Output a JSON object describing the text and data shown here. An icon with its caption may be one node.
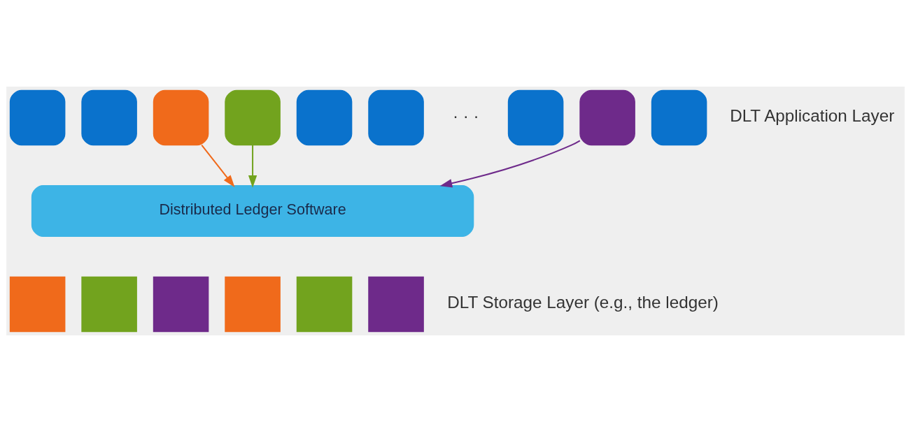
{
  "diagram": {
    "nodes": [
      {
        "text": [],
        "shape": "box"
      },
      {
        "text": [],
        "shape": "box"
      },
      {
        "text": [],
        "shape": "box"
      },
      {
        "text": [],
        "shape": "box"
      },
      {
        "text": [],
        "shape": "box"
      },
      {
        "text": [],
        "shape": "box"
      },
      {
        "text": [],
        "shape": "box"
      },
      {
        "text": [],
        "shape": "box"
      },
      {
        "text": [],
        "shape": "box"
      },
      {
        "text": [
          "Distributed Ledger Software"
        ]
      },
      {
        "text": [],
        "shape": "box"
      },
      {
        "text": [],
        "shape": "box"
      },
      {
        "text": [],
        "shape": "box"
      },
      {
        "text": [],
        "shape": "box"
      },
      {
        "text": [],
        "shape": "box"
      },
      {
        "text": [],
        "shape": "box"
      }
    ],
    "edges": [
      {
        "from": 2,
        "to": 9,
        "arrow": "to",
        "color": "#f06a1b"
      },
      {
        "from": 3,
        "to": 9,
        "arrow": "to",
        "color": "#72a31e"
      },
      {
        "from": 7,
        "to": 9,
        "arrow": "to",
        "color": "#6e2a8a"
      }
    ],
    "labels": [
      "· · ·",
      "DLT Application Layer",
      "DLT Storage Layer (e.g., the ledger)"
    ]
  }
}
